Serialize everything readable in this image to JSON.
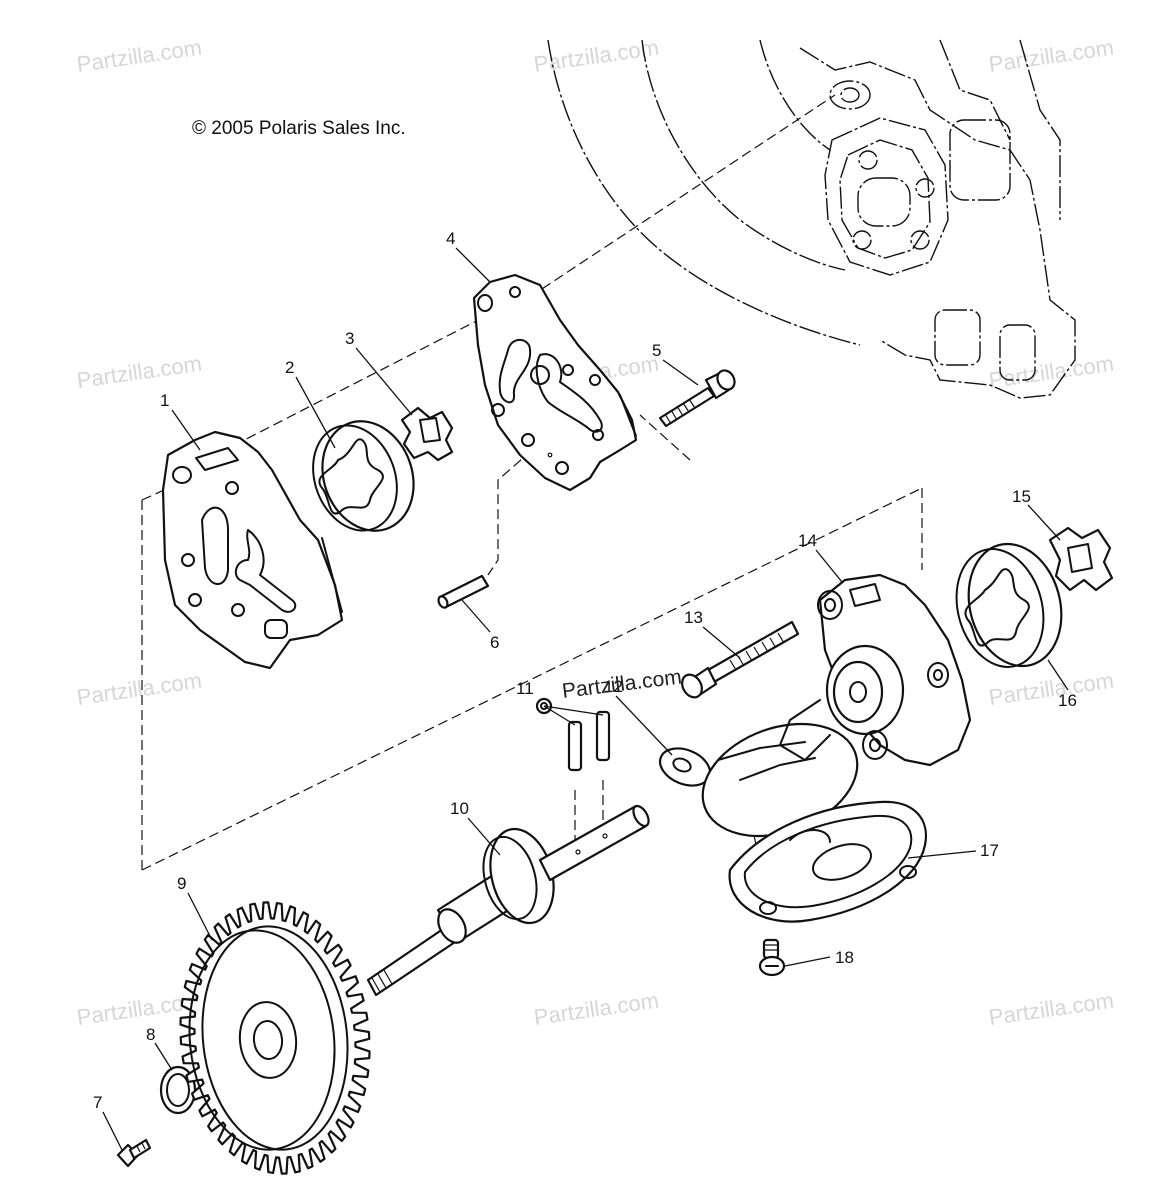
{
  "copyright": "© 2005 Polaris Sales Inc.",
  "brand_label": "Partzilla.com",
  "watermark": "Partzilla.com",
  "callouts": [
    {
      "id": "1",
      "label": "1"
    },
    {
      "id": "2",
      "label": "2"
    },
    {
      "id": "3",
      "label": "3"
    },
    {
      "id": "4",
      "label": "4"
    },
    {
      "id": "5",
      "label": "5"
    },
    {
      "id": "6",
      "label": "6"
    },
    {
      "id": "7",
      "label": "7"
    },
    {
      "id": "8",
      "label": "8"
    },
    {
      "id": "9",
      "label": "9"
    },
    {
      "id": "10",
      "label": "10"
    },
    {
      "id": "11",
      "label": "11"
    },
    {
      "id": "12",
      "label": "12"
    },
    {
      "id": "13",
      "label": "13"
    },
    {
      "id": "14",
      "label": "14"
    },
    {
      "id": "15",
      "label": "15"
    },
    {
      "id": "16",
      "label": "16"
    },
    {
      "id": "17",
      "label": "17"
    },
    {
      "id": "18",
      "label": "18"
    }
  ]
}
